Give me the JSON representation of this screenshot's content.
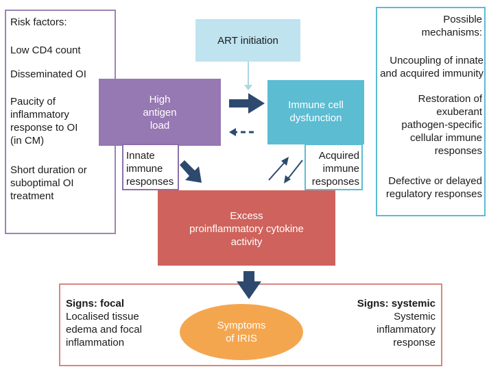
{
  "risk_factors": {
    "title": "Risk factors:",
    "items": [
      [
        "Low CD4 count"
      ],
      [
        "Disseminated OI"
      ],
      [
        "Paucity of",
        "inflammatory",
        "response to OI",
        "(in CM)"
      ],
      [
        "Short duration or",
        "suboptimal OI",
        "treatment"
      ]
    ]
  },
  "mechanisms": {
    "title": [
      "Possible",
      "mechanisms:"
    ],
    "items": [
      [
        "Uncoupling of innate",
        "and acquired immunity"
      ],
      [
        "Restoration of",
        "exuberant",
        "pathogen-specific",
        "cellular immune",
        "responses"
      ],
      [
        "Defective or delayed",
        "regulatory responses"
      ]
    ]
  },
  "art": {
    "label": "ART initiation"
  },
  "antigen": {
    "label": [
      "High",
      "antigen",
      "load"
    ]
  },
  "immune_dysfunction": {
    "label": [
      "Immune cell",
      "dysfunction"
    ]
  },
  "innate": {
    "label": [
      "Innate",
      "immune",
      "responses"
    ]
  },
  "acquired": {
    "label": [
      "Acquired",
      "immune",
      "responses"
    ]
  },
  "cytokine": {
    "label": [
      "Excess",
      "proinflammatory cytokine",
      "activity"
    ]
  },
  "signs_focal": {
    "title": "Signs: focal",
    "text": [
      "Localised tissue",
      "edema and focal",
      "inflammation"
    ]
  },
  "signs_systemic": {
    "title": "Signs: systemic",
    "text": [
      "Systemic",
      "inflammatory",
      "response"
    ]
  },
  "symptoms": {
    "label": [
      "Symptoms",
      "of IRIS"
    ]
  },
  "colors": {
    "purple": "#9678b2",
    "cyan": "#5bbcd2",
    "light_blue": "#bfe3ef",
    "red": "#cf625c",
    "orange": "#f4a64f",
    "arrow_navy": "#2d4a6e"
  }
}
